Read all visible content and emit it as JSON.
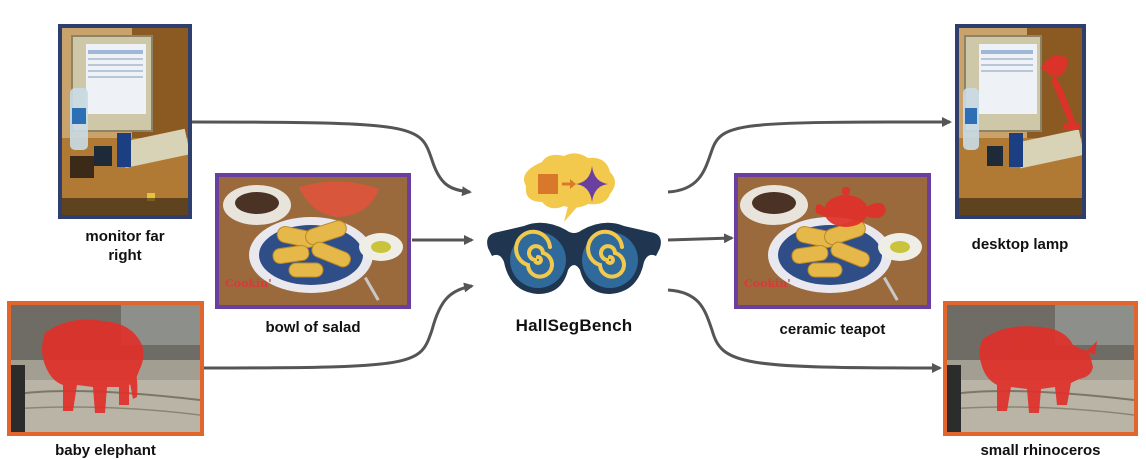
{
  "colors": {
    "blue_frame": "#2e3f6e",
    "purple_frame": "#6b3fa0",
    "orange_frame": "#e2662c",
    "arrow": "#555555",
    "mask_red": "#e0302a",
    "logo_yellow": "#f2c94c",
    "logo_orange": "#d9772b",
    "logo_purple": "#6a3fa0",
    "goggles_navy": "#1f3550"
  },
  "left_inputs": [
    {
      "caption": "monitor far\nright",
      "image": "desk-computer-photo"
    },
    {
      "caption": "bowl of salad",
      "image": "corn-plate-photo"
    },
    {
      "caption": "baby elephant",
      "image": "elephant-photo"
    }
  ],
  "center": {
    "title": "HallSegBench",
    "icons": [
      "thought-bubble-icon",
      "square-to-sparkle-icon",
      "spiral-goggles-icon"
    ]
  },
  "right_outputs": [
    {
      "caption": "desktop lamp",
      "image": "desk-computer-lamp-mask-photo"
    },
    {
      "caption": "ceramic teapot",
      "image": "corn-plate-teapot-mask-photo"
    },
    {
      "caption": "small rhinoceros",
      "image": "rhinoceros-mask-photo"
    }
  ]
}
